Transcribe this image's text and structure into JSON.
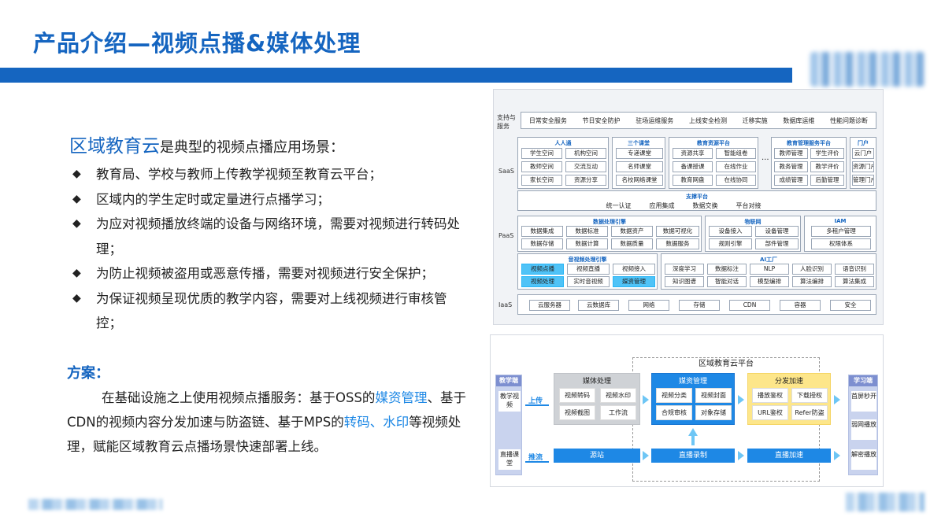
{
  "header": {
    "title": "产品介绍—视频点播&媒体处理"
  },
  "intro": {
    "highlight": "区域教育云",
    "rest": "是典型的视频点播应用场景："
  },
  "bullets": [
    "教育局、学校与教师上传教学视频至教育云平台；",
    "区域内的学生定时或定量进行点播学习；",
    "为应对视频播放终端的设备与网络环境，需要对视频进行转码处理；",
    "为防止视频被盗用或恶意传播，需要对视频进行安全保护；",
    "为保证视频呈现优质的教学内容，需要对上线视频进行审核管控；"
  ],
  "plan": {
    "label": "方案：",
    "p1": "在基础设施之上使用视频点播服务：基于OSS的",
    "link1": "媒资管理",
    "p2": "、基于CDN的视频内容分发加速与防盗链、基于MPS的",
    "link2": "转码、水印",
    "p3": "等视频处理，赋能区域教育云点播场景快速部署上线。"
  },
  "arch": {
    "support_label": "支持与服务",
    "support_items": [
      "日常安全服务",
      "节日安全防护",
      "驻场运维服务",
      "上线安全检测",
      "迁移实施",
      "数据库运维",
      "性能问题诊断"
    ],
    "saas_label": "SaaS",
    "saas_panels": [
      {
        "title": "人人通",
        "items": [
          "学生空间",
          "机构空间",
          "教师空间",
          "交流互动",
          "家长空间",
          "资源分享"
        ]
      },
      {
        "title": "三个课堂",
        "items": [
          "专递课堂",
          "名师课堂",
          "名校网络课堂"
        ]
      },
      {
        "title": "教育资源平台",
        "items": [
          "资源共享",
          "智能组卷",
          "备课授课",
          "在线作业",
          "教育网盘",
          "在线协同"
        ]
      },
      {
        "title": "教育管理服务平台",
        "items": [
          "教师管理",
          "学生评价",
          "教务管理",
          "教学评价",
          "成绩管理",
          "后勤管理"
        ]
      },
      {
        "title": "门户",
        "items": [
          "云门户",
          "资源门户",
          "管理门户"
        ]
      }
    ],
    "ellipsis": "···",
    "support_platform": {
      "title": "支撑平台",
      "items": [
        "统一认证",
        "应用集成",
        "数据交换",
        "平台对接"
      ]
    },
    "paas_label": "PaaS",
    "paas_panels": [
      {
        "title": "数据处理引擎",
        "items": [
          "数据集成",
          "数据标准",
          "数据资产",
          "数据可视化",
          "数据存储",
          "数据计算",
          "数据质量",
          "数据服务"
        ]
      },
      {
        "title": "物联网",
        "items": [
          "设备接入",
          "设备管理",
          "规则引擎",
          "部件管理"
        ]
      },
      {
        "title": "IAM",
        "items": [
          "多租户管理",
          "权限体系"
        ]
      },
      {
        "title": "音视频处理引擎",
        "items": [
          "视频点播",
          "视频直播",
          "视频接入",
          "视频处理",
          "实时音视频",
          "媒资管理"
        ]
      },
      {
        "title": "AI工厂",
        "items": [
          "深度学习",
          "数据标注",
          "NLP",
          "人脸识别",
          "语音识别",
          "知识图谱",
          "智能对话",
          "模型编排",
          "算法编排",
          "算法集成"
        ]
      }
    ],
    "iaas_label": "IaaS",
    "iaas_items": [
      "云服务器",
      "云数据库",
      "网络",
      "存储",
      "CDN",
      "容器",
      "安全"
    ]
  },
  "plat": {
    "title": "区域教育云平台",
    "left_head": "教学端",
    "left_items": [
      "教学视频",
      "直播课堂"
    ],
    "upload": "上传",
    "push": "推流",
    "media": {
      "title": "媒体处理",
      "items": [
        "视频转码",
        "视频水印",
        "视频截图",
        "工作流"
      ]
    },
    "asset": {
      "title": "媒资管理",
      "items": [
        "视频分类",
        "视频封面",
        "合规审核",
        "对象存储"
      ]
    },
    "dist": {
      "title": "分发加速",
      "items": [
        "播放鉴权",
        "下载授权",
        "URL鉴权",
        "Refer防盗"
      ]
    },
    "bars": [
      "源站",
      "直播录制",
      "直播加速"
    ],
    "right_head": "学习端",
    "right_items": [
      "首屏秒开",
      "弱网播放",
      "解密播放"
    ]
  },
  "colors": {
    "accent": "#1565c0",
    "link": "#1e88e5",
    "highlight_chip": "#4fc3f7"
  }
}
